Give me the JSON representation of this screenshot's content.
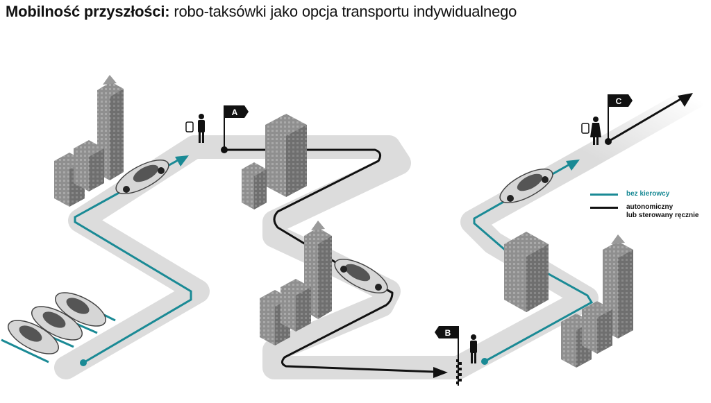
{
  "title": {
    "bold": "Mobilność przyszłości:",
    "rest": " robo-taksówki jako opcja transportu indywidualnego"
  },
  "flags": {
    "a": "A",
    "b": "B",
    "c": "C"
  },
  "legend": {
    "driverless_label": "bez kierowcy",
    "driven_label_line1": "autonomiczny",
    "driven_label_line2": "lub sterowany ręcznie"
  },
  "colors": {
    "road": "#dcdcdc",
    "teal_route": "#1a8a95",
    "black_route": "#111111",
    "building": "#8c8c8c"
  }
}
